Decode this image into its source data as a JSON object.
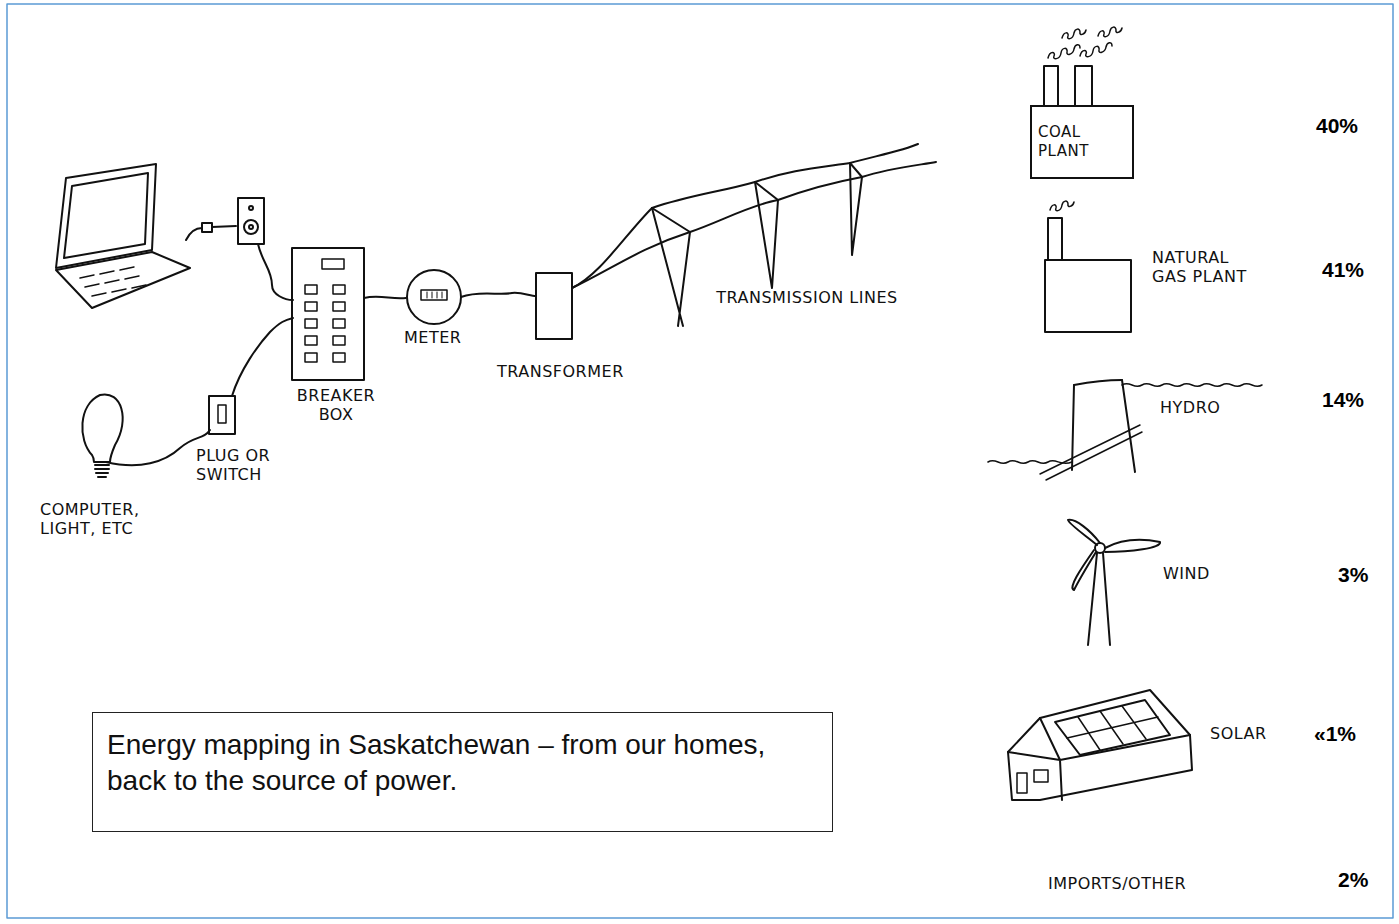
{
  "diagram": {
    "caption": "Energy mapping in Saskatchewan – from our homes, back to the source of power.",
    "nodes": [
      {
        "text": [
          "COAL PLANT"
        ]
      }
    ],
    "labels": [
      "COMPUTER, LIGHT, ETC",
      "PLUG OR SWITCH",
      "BREAKER BOX",
      "METER",
      "TRANSFORMER",
      "TRANSMISSION LINES",
      "40%",
      "NATURAL GAS PLANT",
      "41%",
      "HYDRO",
      "14%",
      "WIND",
      "3%",
      "SOLAR",
      "«1%",
      "IMPORTS/OTHER",
      "2%"
    ]
  }
}
